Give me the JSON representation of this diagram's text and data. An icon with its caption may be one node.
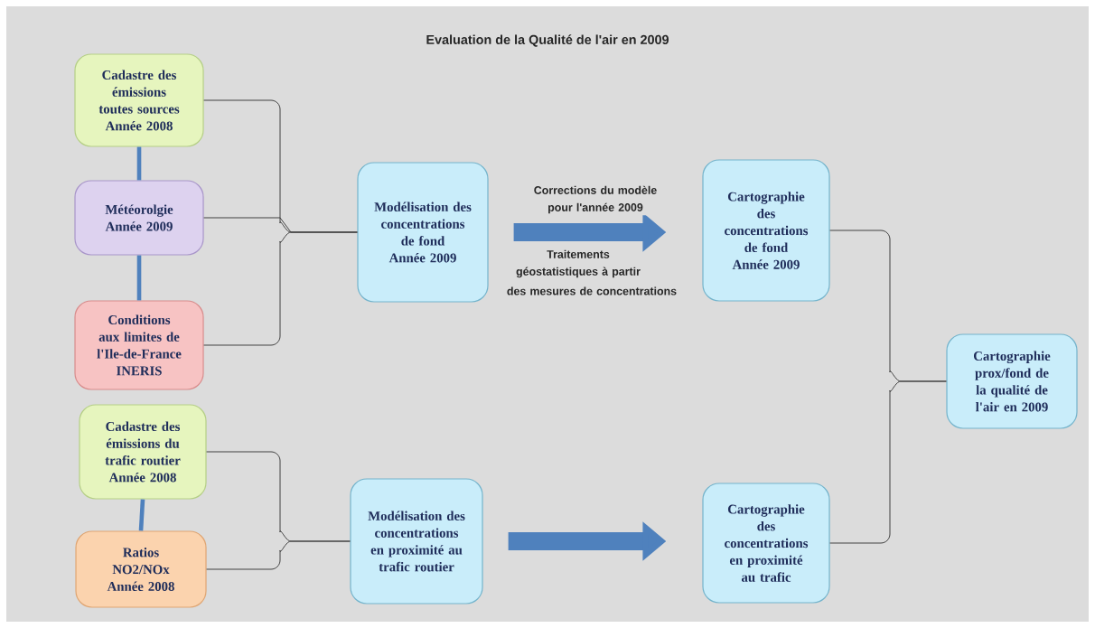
{
  "diagram": {
    "title": "Evaluation de la Qualité de l'air en 2009",
    "nodes": [
      {
        "text": [
          "Cadastre des émissions toutes sources Année 2008"
        ]
      },
      {
        "text": [
          "Météorolgie Année 2009"
        ]
      },
      {
        "text": [
          "Conditions aux limites de l'Ile-de-France INERIS"
        ]
      },
      {
        "text": [
          "Cadastre des émissions du trafic routier Année 2008"
        ]
      },
      {
        "text": [
          "Ratios NO2/NOx Année 2008"
        ]
      },
      {
        "text": [
          "Modélisation des concentrations de fond Année 2009"
        ]
      },
      {
        "text": [
          "Cartographie des concentrations de fond Année 2009"
        ]
      },
      {
        "text": [
          "Modélisation des concentrations en proximité au trafic routier"
        ]
      },
      {
        "text": [
          "Cartographie des concentrations en proximité au trafic"
        ]
      },
      {
        "text": [
          "Cartographie prox/fond de la qualité de l'air en 2009"
        ]
      }
    ],
    "edges": [
      {
        "from": 0,
        "to": 1,
        "arrow": "none",
        "style": "thick",
        "color": "#4f81bd"
      },
      {
        "from": 1,
        "to": 2,
        "arrow": "none",
        "style": "thick",
        "color": "#4f81bd"
      },
      {
        "from": 3,
        "to": 4,
        "arrow": "none",
        "style": "thick",
        "color": "#4f81bd"
      },
      {
        "from": 0,
        "to": 5,
        "arrow": "none"
      },
      {
        "from": 1,
        "to": 5,
        "arrow": "none"
      },
      {
        "from": 2,
        "to": 5,
        "arrow": "none"
      },
      {
        "from": 3,
        "to": 7,
        "arrow": "none"
      },
      {
        "from": 4,
        "to": 7,
        "arrow": "none"
      },
      {
        "from": 5,
        "to": 6,
        "arrow": "to",
        "style": "thick",
        "color": "#4f81bd",
        "label": "Corrections du modèle pour l'année 2009"
      },
      {
        "from": 7,
        "to": 8,
        "arrow": "to",
        "style": "thick",
        "color": "#4f81bd"
      },
      {
        "from": 6,
        "to": 9,
        "arrow": "none"
      },
      {
        "from": 8,
        "to": 9,
        "arrow": "none"
      }
    ],
    "labels": [
      "Traitements géostatistiques à partir",
      "des mesures de concentrations"
    ]
  }
}
